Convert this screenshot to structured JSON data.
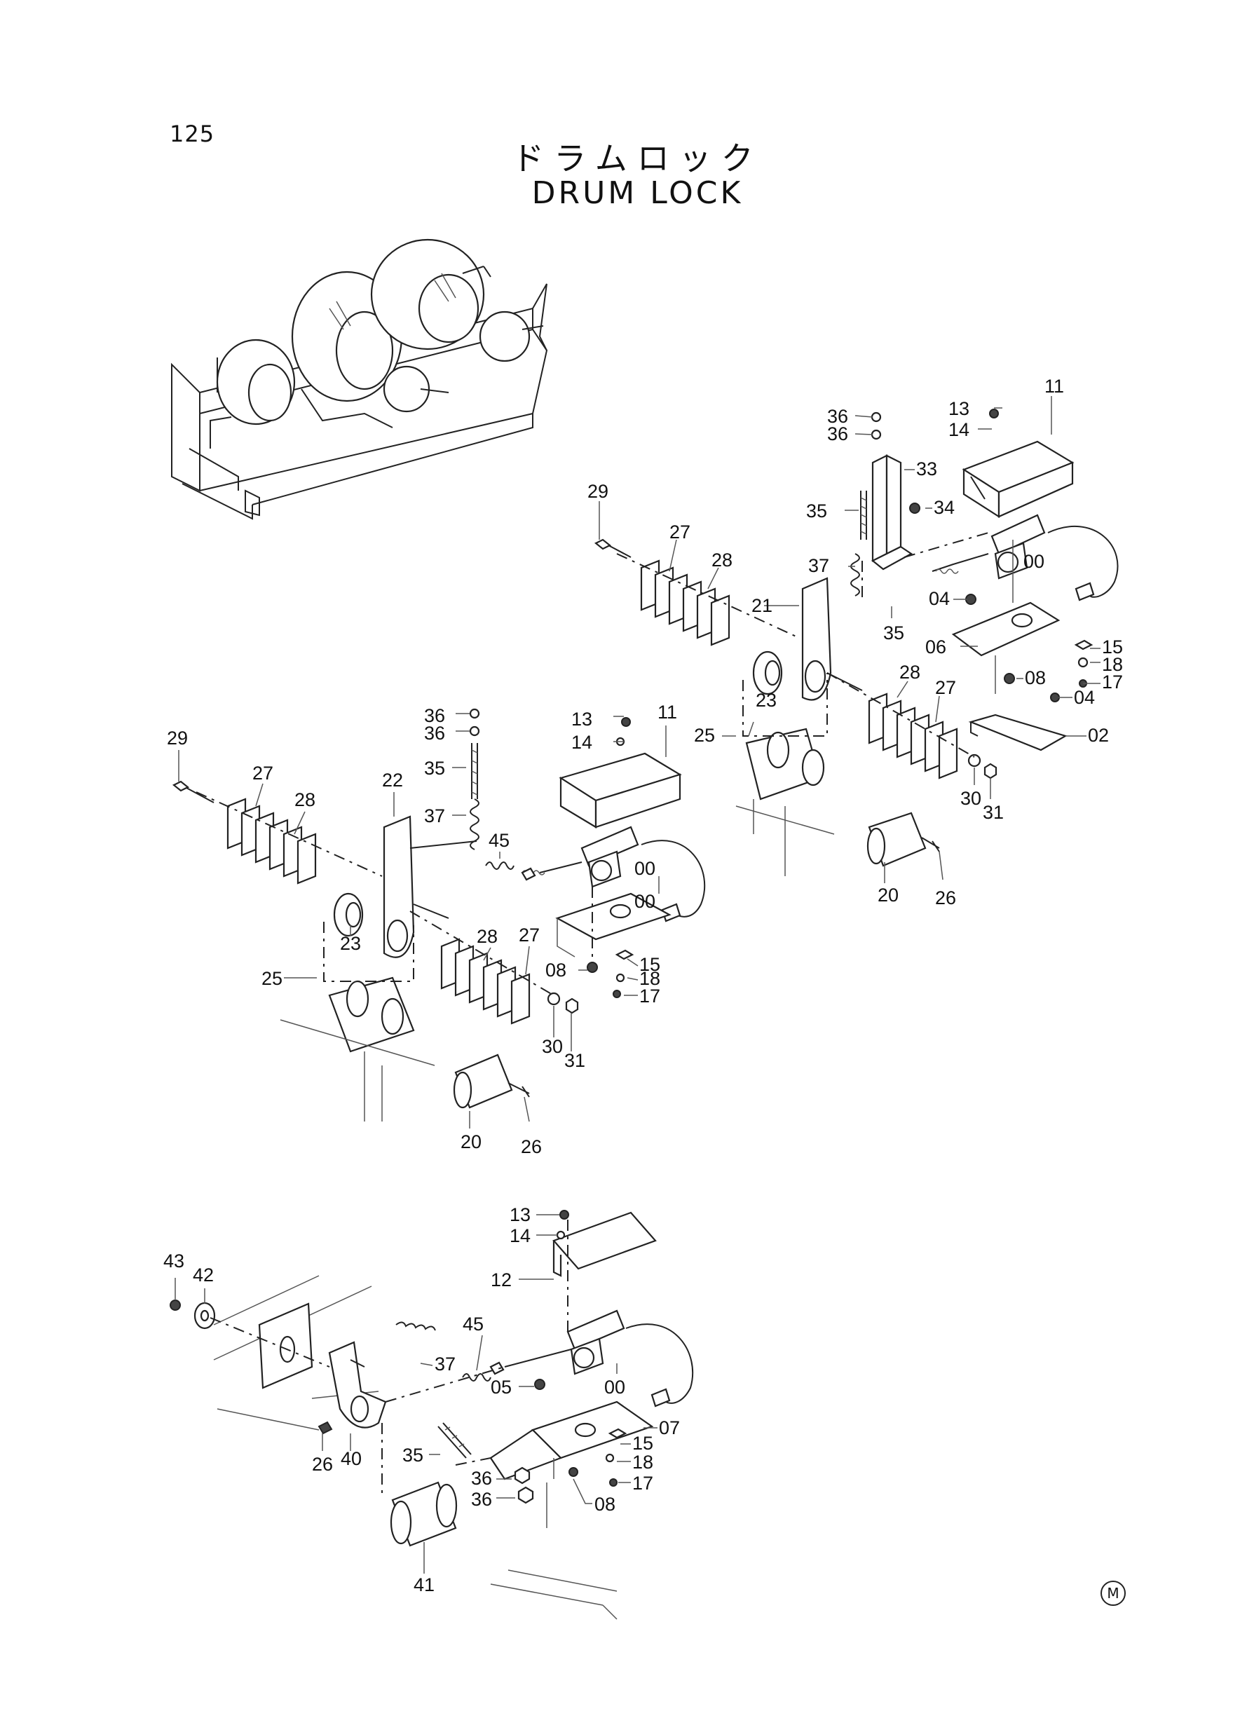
{
  "page_number": "125",
  "title_jp": "ドラムロック",
  "title_en": "DRUM LOCK",
  "corner_mark": "M",
  "labels": {
    "a_11": "11",
    "a_13": "13",
    "a_14": "14",
    "a_36a": "36",
    "a_36b": "36",
    "a_33": "33",
    "a_35": "35",
    "a_34": "34",
    "a_29": "29",
    "a_27": "27",
    "a_28": "28",
    "a_37": "37",
    "a_21": "21",
    "a_00": "00",
    "a_04a": "04",
    "a_35b": "35",
    "a_15": "15",
    "a_06": "06",
    "a_18": "18",
    "a_08": "08",
    "a_17": "17",
    "a_04b": "04",
    "a_28b": "28",
    "a_27b": "27",
    "a_23": "23",
    "a_25": "25",
    "a_02": "02",
    "a_30": "30",
    "a_31": "31",
    "a_20": "20",
    "a_26": "26",
    "b_36a": "36",
    "b_36b": "36",
    "b_13": "13",
    "b_11": "11",
    "b_14": "14",
    "b_35": "35",
    "b_29": "29",
    "b_22": "22",
    "b_27": "27",
    "b_28": "28",
    "b_37": "37",
    "b_45": "45",
    "b_00a": "00",
    "b_00b": "00",
    "b_23": "23",
    "b_28b": "28",
    "b_27b": "27",
    "b_15": "15",
    "b_08": "08",
    "b_18": "18",
    "b_25": "25",
    "b_17": "17",
    "b_30": "30",
    "b_31": "31",
    "b_20": "20",
    "b_26": "26",
    "c_13": "13",
    "c_14": "14",
    "c_43": "43",
    "c_42": "42",
    "c_12": "12",
    "c_45": "45",
    "c_37": "37",
    "c_00": "00",
    "c_05": "05",
    "c_07": "07",
    "c_15": "15",
    "c_35": "35",
    "c_18": "18",
    "c_17": "17",
    "c_26": "26",
    "c_40": "40",
    "c_36a": "36",
    "c_36b": "36",
    "c_08": "08",
    "c_41": "41"
  }
}
